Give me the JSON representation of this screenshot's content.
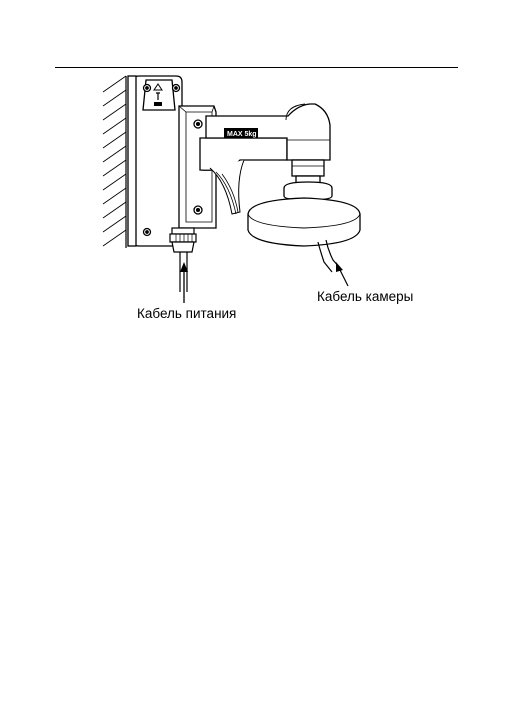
{
  "diagram": {
    "labels": {
      "power_cable": "Кабель питания",
      "camera_cable": "Кабель камеры"
    },
    "bracket_marking": "MAX 5kg"
  },
  "colors": {
    "line": "#000000",
    "background": "#ffffff",
    "fill": "#ffffff"
  }
}
